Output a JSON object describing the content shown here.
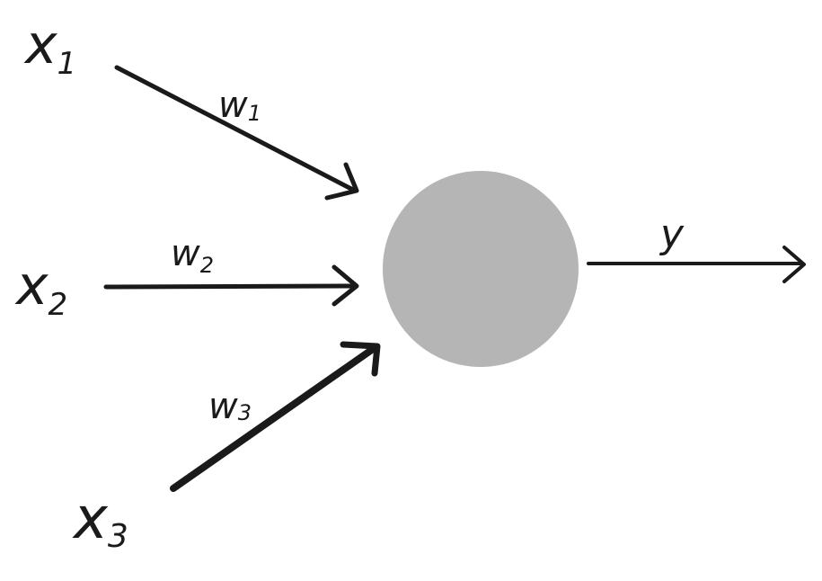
{
  "inputs": [
    {
      "symbol": "x",
      "subscript": "1"
    },
    {
      "symbol": "x",
      "subscript": "2"
    },
    {
      "symbol": "x",
      "subscript": "3"
    }
  ],
  "weights": [
    {
      "symbol": "w",
      "subscript": "1"
    },
    {
      "symbol": "w",
      "subscript": "2"
    },
    {
      "symbol": "w",
      "subscript": "3"
    }
  ],
  "output": {
    "symbol": "y"
  },
  "colors": {
    "ink": "#1a1a1a",
    "node": "#b5b5b5"
  }
}
